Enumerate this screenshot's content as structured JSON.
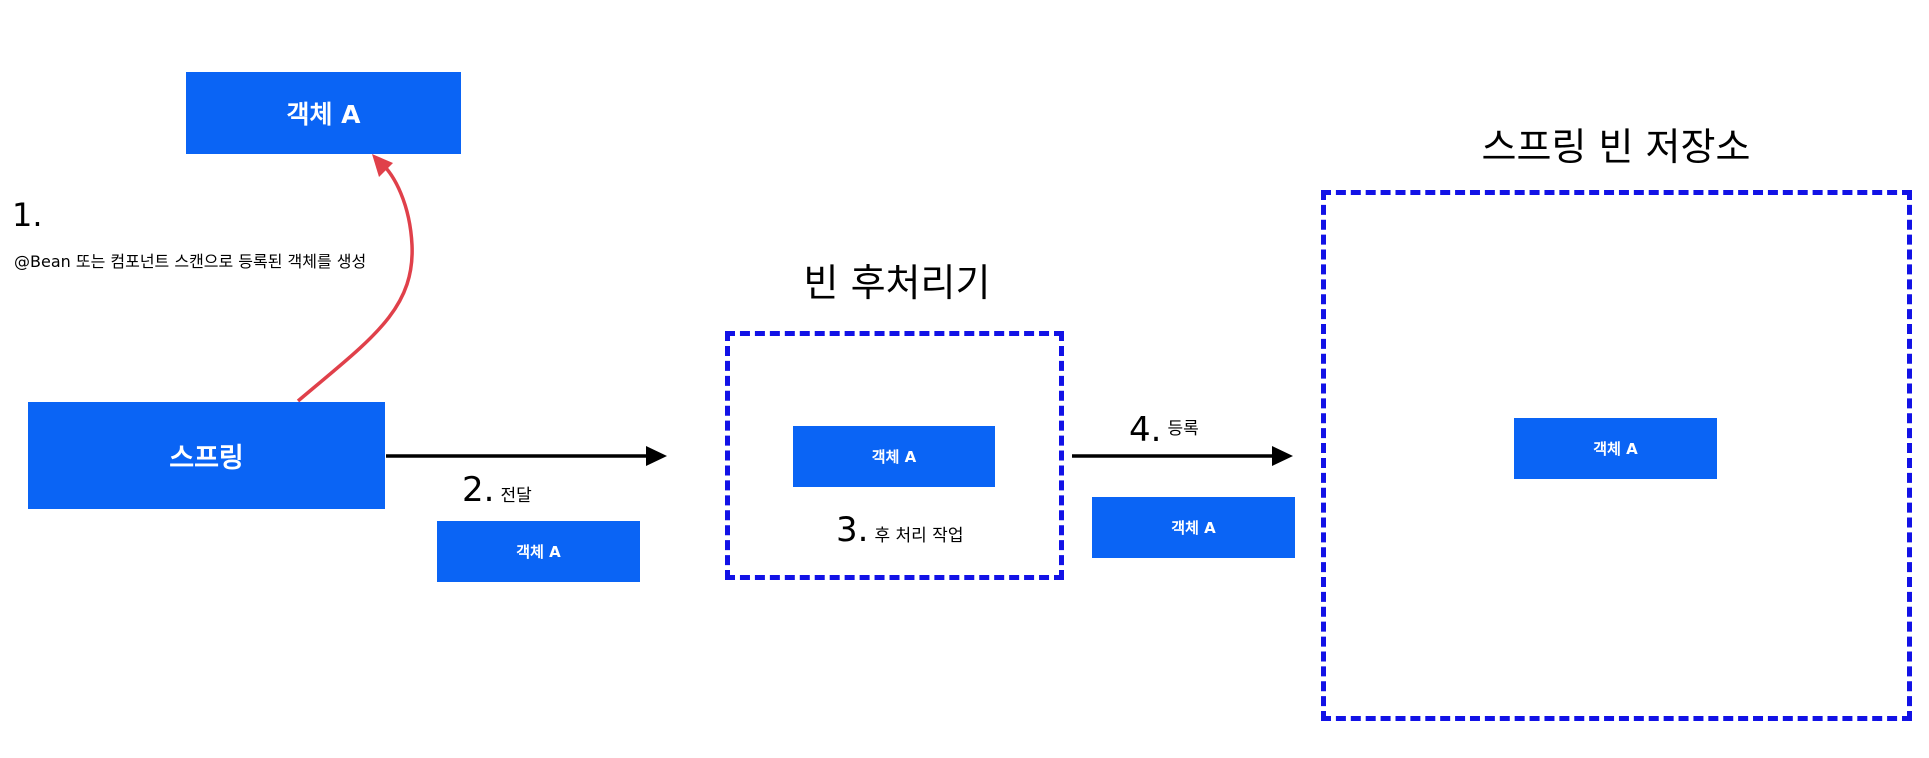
{
  "colors": {
    "box_fill": "#0a64f5",
    "box_text": "#ffffff",
    "dashed_border": "#1212e6",
    "red_arrow": "#e0404a",
    "black_arrow": "#000000"
  },
  "object_top": {
    "label": "객체 A"
  },
  "spring": {
    "label": "스프링"
  },
  "step1": {
    "number": "1.",
    "description": "@Bean 또는 컴포넌트 스캔으로 등록된 객체를 생성"
  },
  "step2": {
    "number": "2.",
    "text": "전달",
    "object_label": "객체 A"
  },
  "post_processor": {
    "title": "빈 후처리기",
    "object_label": "객체 A",
    "step_number": "3.",
    "step_text": "후 처리 작업"
  },
  "step4": {
    "number": "4.",
    "text": "등록",
    "object_label": "객체 A"
  },
  "bean_store": {
    "title": "스프링 빈 저장소",
    "object_label": "객체 A"
  }
}
